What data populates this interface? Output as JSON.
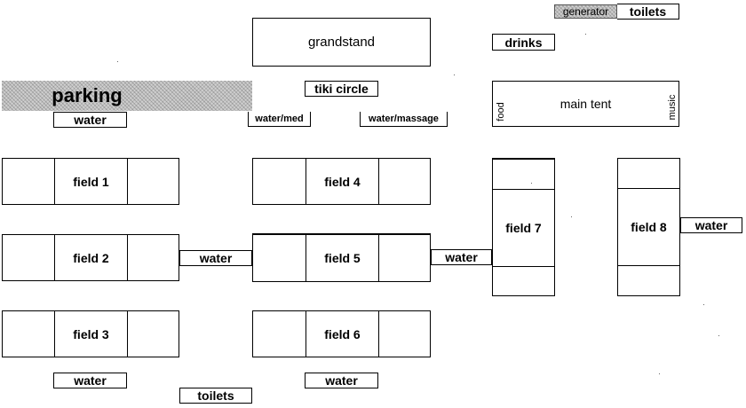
{
  "labels": {
    "generator": "generator",
    "toilets_top": "toilets",
    "grandstand": "grandstand",
    "drinks": "drinks",
    "parking": "parking",
    "tiki_circle": "tiki circle",
    "main_tent": "main tent",
    "food": "food",
    "music": "music",
    "water_parking": "water",
    "water_med": "water/med",
    "water_massage": "water/massage",
    "water_between_2_5": "water",
    "water_between_5_7": "water",
    "water_field8": "water",
    "water_bottom_left": "water",
    "toilets_bottom": "toilets",
    "water_bottom_mid": "water"
  },
  "fields": {
    "f1": "field 1",
    "f2": "field 2",
    "f3": "field 3",
    "f4": "field 4",
    "f5": "field 5",
    "f6": "field 6",
    "f7": "field 7",
    "f8": "field 8"
  },
  "colors": {
    "lines": "#000000",
    "background": "#ffffff",
    "hatch_fill": "#cfcfcf"
  }
}
